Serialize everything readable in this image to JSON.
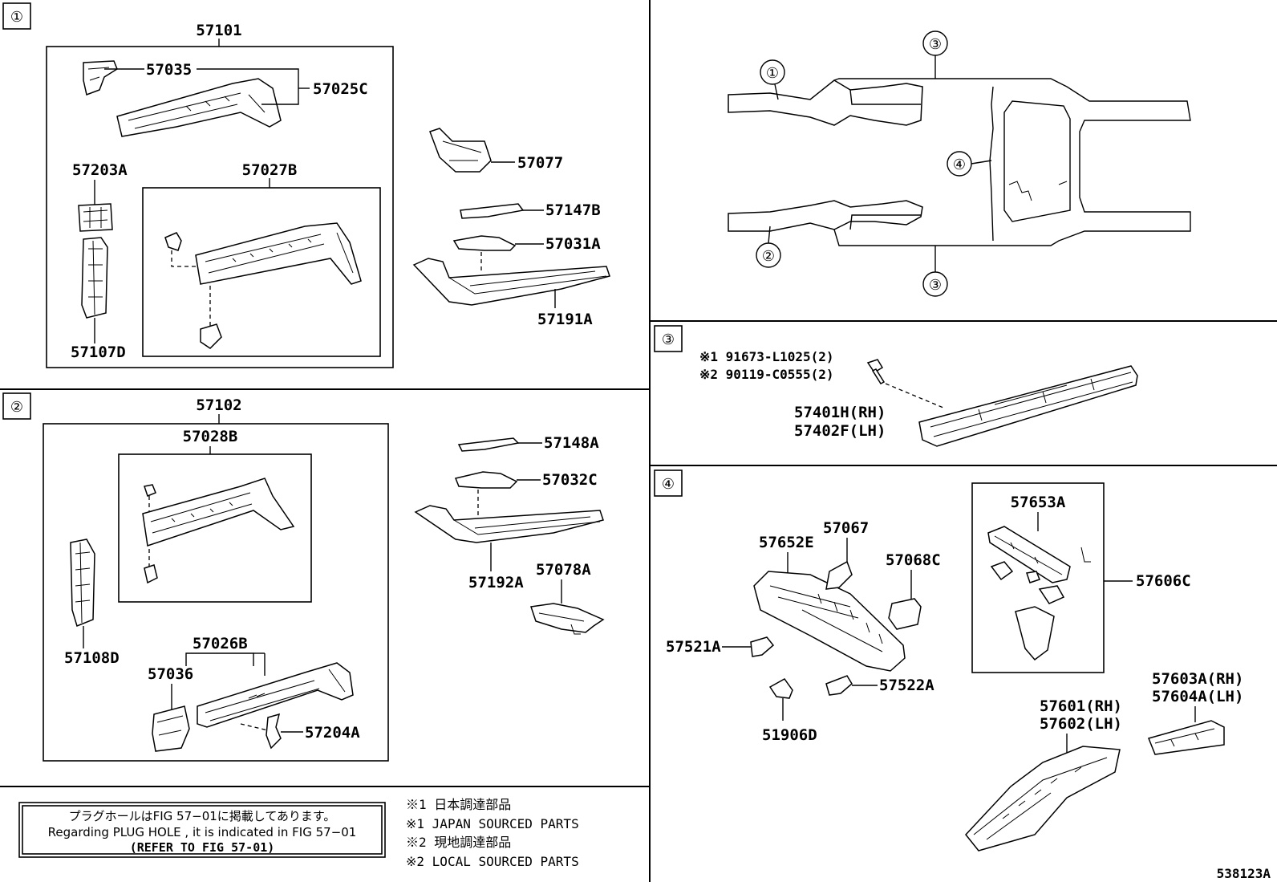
{
  "diagram": {
    "sections": {
      "s1": {
        "label": "①",
        "parts": {
          "p57101": "57101",
          "p57035": "57035",
          "p57025C": "57025C",
          "p57077": "57077",
          "p57203A": "57203A",
          "p57027B": "57027B",
          "p57147B": "57147B",
          "p57031A": "57031A",
          "p57191A": "57191A",
          "p57107D": "57107D"
        }
      },
      "s2": {
        "label": "②",
        "parts": {
          "p57102": "57102",
          "p57028B": "57028B",
          "p57148A": "57148A",
          "p57032C": "57032C",
          "p57192A": "57192A",
          "p57078A": "57078A",
          "p57108D": "57108D",
          "p57026B": "57026B",
          "p57036": "57036",
          "p57204A": "57204A"
        }
      },
      "s3": {
        "label": "③",
        "note1": "※1 91673-L1025(2)",
        "note2": "※2 90119-C0555(2)",
        "rh": "57401H(RH)",
        "lh": "57402F(LH)"
      },
      "s4": {
        "label": "④",
        "parts": {
          "p57653A": "57653A",
          "p57652E": "57652E",
          "p57067": "57067",
          "p57068C": "57068C",
          "p57606C": "57606C",
          "p57521A": "57521A",
          "p57522A": "57522A",
          "p51906D": "51906D",
          "p57603A": "57603A(RH)",
          "p57604A": "57604A(LH)",
          "p57601": "57601(RH)",
          "p57602": "57602(LH)"
        }
      }
    },
    "overview": {
      "c1": "①",
      "c2": "②",
      "c3a": "③",
      "c3b": "③",
      "c4": "④"
    },
    "reference_box": {
      "line1": "プラグホールはFIG 57−01に掲載してあります。",
      "line2": "Regarding  PLUG  HOLE , it is indicated in  FIG  57−01",
      "line3": "(REFER TO FIG 57-01)"
    },
    "legend": [
      "※1 日本調達部品",
      "※1 JAPAN SOURCED PARTS",
      "※2 現地調達部品",
      "※2 LOCAL SOURCED PARTS"
    ],
    "figure_id": "538123A"
  }
}
